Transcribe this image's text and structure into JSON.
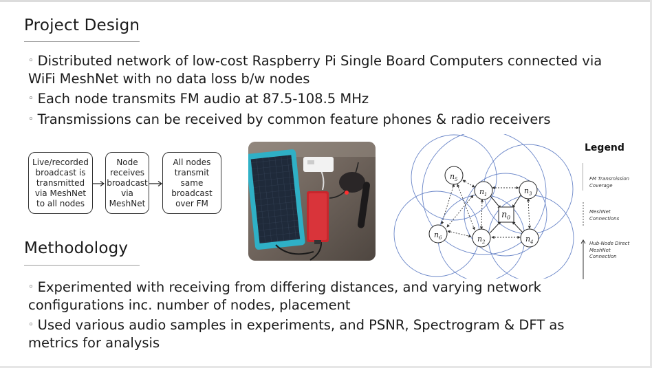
{
  "section1": {
    "title": "Project Design",
    "bullets": [
      "Distributed network of low-cost Raspberry Pi Single Board Computers connected via WiFi MeshNet with no data loss b/w nodes",
      "Each node transmits FM audio at 87.5-108.5 MHz",
      "Transmissions can be received by common feature phones & radio receivers"
    ]
  },
  "flow": {
    "steps": [
      "Live/recorded broadcast is transmitted via MeshNet to all nodes",
      "Node receives broadcast via MeshNet",
      "All nodes transmit same broadcast over FM"
    ]
  },
  "section2": {
    "title": "Methodology",
    "bullets": [
      "Experimented with receiving from differing distances, and varying network configurations inc. number of nodes, placement",
      "Used various audio samples in experiments, and PSNR, Spectrogram & DFT as metrics for analysis"
    ]
  },
  "bullet_marker": "◦",
  "network": {
    "node_labels": [
      "n",
      "n",
      "n",
      "n",
      "n",
      "n",
      "n"
    ],
    "node_subscripts": [
      "0",
      "1",
      "2",
      "3",
      "4",
      "5",
      "6"
    ]
  },
  "legend": {
    "title": "Legend",
    "coverage": "FM Transmission Coverage",
    "meshnet": "MeshNet Connections",
    "hub": "Hub-Node Direct MeshNet Connection"
  },
  "colors": {
    "coverage_circle": "#6a86c8",
    "text": "#1a1a1a"
  }
}
